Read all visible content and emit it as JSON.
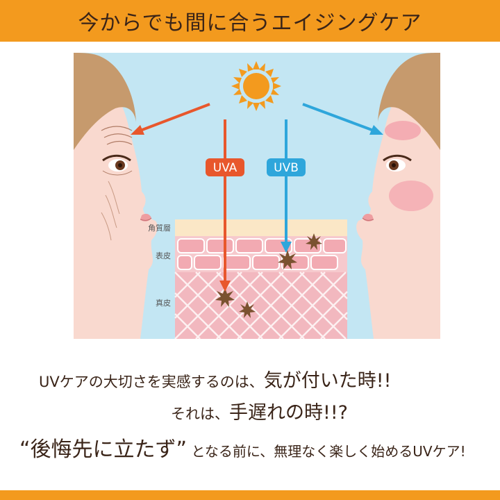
{
  "header": {
    "title": "今からでも間に合うエイジングケア"
  },
  "diagram": {
    "uva_label": "UVA",
    "uvb_label": "UVB",
    "layers": {
      "stratum_corneum": "角質層",
      "epidermis": "表皮",
      "dermis": "真皮"
    },
    "colors": {
      "sky": "#c3e6f3",
      "uva": "#e8572c",
      "uvb": "#2ea6db",
      "sun": "#f39a1e",
      "skin": "#f9d9cf",
      "hair": "#c69a6d",
      "corneum": "#fbe7c6",
      "epidermis": "#f6c9cd",
      "dermis": "#f2b8bf"
    }
  },
  "captions": {
    "line1_a": "UVケアの大切さを実感するのは、",
    "line1_b": "気が付いた時!!",
    "line2_a": "それは、",
    "line2_b": "手遅れの時!!?",
    "line3_a": "“後悔先に立たず”",
    "line3_b": "となる前に、無理なく楽しく始めるUVケア!"
  }
}
